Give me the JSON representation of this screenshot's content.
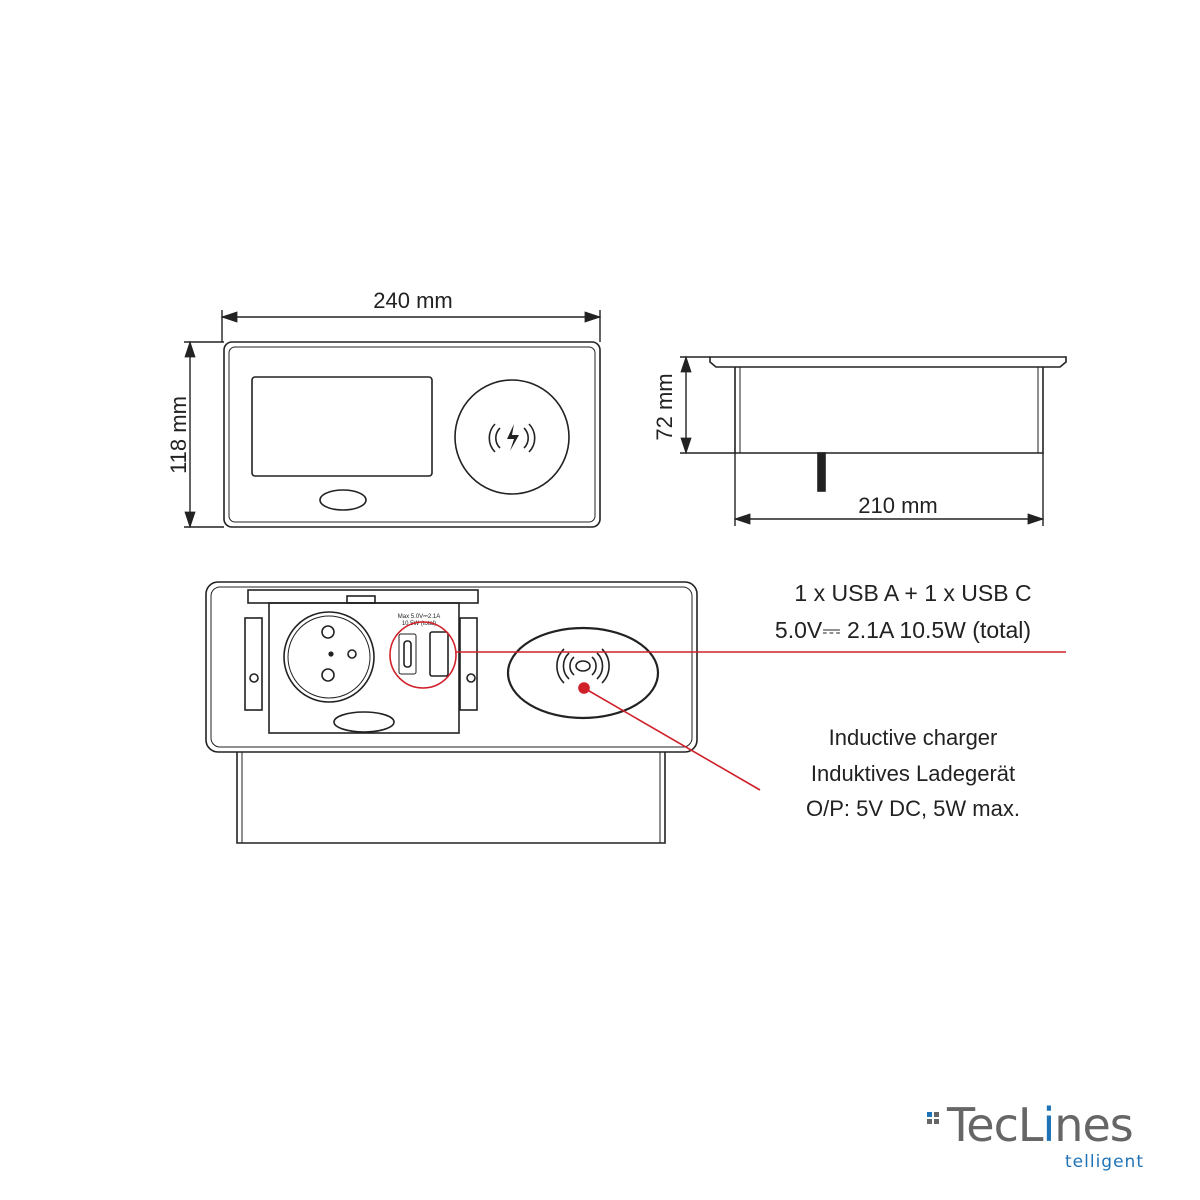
{
  "dimensions": {
    "width_top": "240 mm",
    "height_top": "118 mm",
    "depth_side": "72 mm",
    "width_side": "210 mm"
  },
  "usb_callout": {
    "line1": "1 x USB A + 1 x USB C",
    "line2": "5.0V⎓ 2.1A  10.5W (total)"
  },
  "usb_panel_label": {
    "line1": "Max 5.0V⎓2.1A",
    "line2": "10.5W (total)"
  },
  "inductive_callout": {
    "line1": "Inductive charger",
    "line2": "Induktives Ladegerät",
    "line3": "O/P: 5V DC, 5W max."
  },
  "logo": {
    "main_a": "TecL",
    "main_b": "i",
    "main_c": "nes",
    "sub": "telligent",
    "colors": {
      "grey": "#666666",
      "blue": "#1f73b7"
    }
  },
  "colors": {
    "line": "#222222",
    "callout": "#d0202a"
  }
}
